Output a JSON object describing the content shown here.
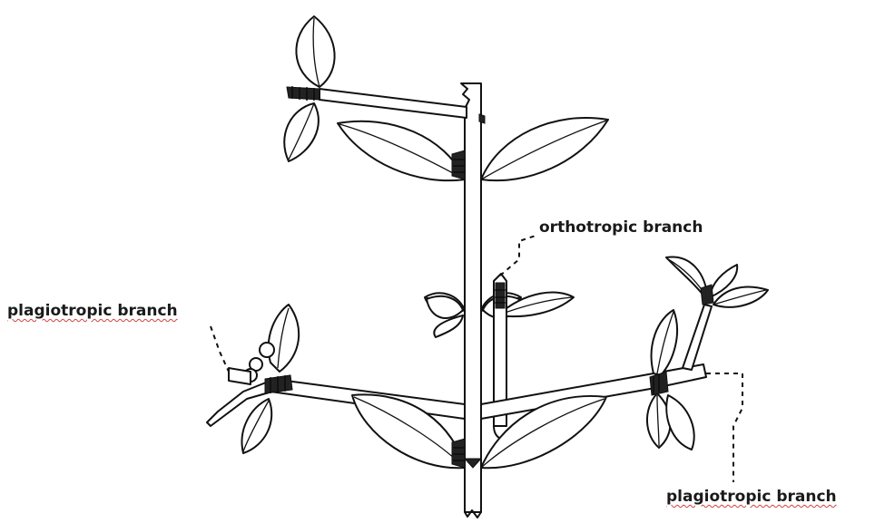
{
  "labels": {
    "orthotropic": "orthotropic branch",
    "plagiotropic_left": "plagiotropic branch",
    "plagiotropic_right": "plagiotropic branch"
  },
  "colors": {
    "ink": "#111111",
    "background": "#ffffff",
    "spellcheck_underline": "#d04040"
  }
}
